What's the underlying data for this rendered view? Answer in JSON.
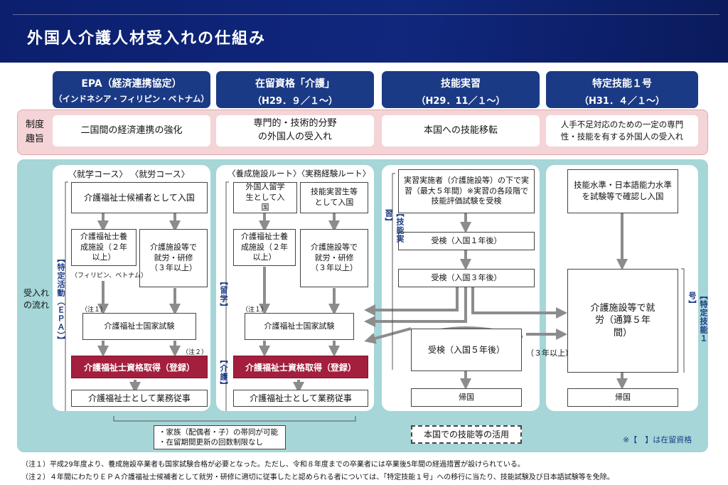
{
  "title": "外国人介護人材受入れの仕組み",
  "headers": [
    {
      "line1": "EPA（経済連携協定）",
      "line2": "（インドネシア・フィリピン・ベトナム）"
    },
    {
      "line1": "在留資格「介護」",
      "line2": "（H29．９／１～）"
    },
    {
      "line1": "技能実習",
      "line2": "（H29．11／１～）"
    },
    {
      "line1": "特定技能１号",
      "line2": "（H31．４／１～）"
    }
  ],
  "purpose": {
    "label": "制度趣旨",
    "items": [
      "二国間の経済連携の強化",
      "専門的・技術的分野の外国人の受入れ",
      "本国への技能移転",
      "人手不足対応のための一定の専門性・技能を有する外国人の受入れ"
    ]
  },
  "flow_label": "受入れの流れ",
  "epa": {
    "course_title": "〈就学コース〉 〈就労コース〉",
    "entry": "介護福祉士候補者として入国",
    "school": "介護福祉士養成施設（２年以上）",
    "work": "介護施設等で就労・研修（３年以上）",
    "countries_note": "（フィリピン、ベトナム）",
    "note1": "（注１）",
    "note2": "（注２）",
    "exam": "介護福祉士国家試験",
    "qualify": "介護福祉士資格取得（登録）",
    "job": "介護福祉士として業務従事",
    "side_label": "【特定活動（ＥＰＡ）】"
  },
  "kaigo": {
    "route_title": "〈養成施設ルート〉〈実務経験ルート〉",
    "student": "外国人留学生として入国",
    "trainee": "技能実習生等として入国",
    "school": "介護福祉士養成施設（２年以上）",
    "work": "介護施設等で就労・研修（３年以上）",
    "note1": "（注１）",
    "exam": "介護福祉士国家試験",
    "qualify": "介護福祉士資格取得（登録）",
    "job": "介護福祉士として業務従事",
    "label_ryugaku": "【留学】",
    "label_kaigo": "【介護】"
  },
  "ginou": {
    "entry": "実習実施者（介護施設等）の下で実習（最大５年間）※実習の各段階で技能評価試験を受検",
    "exam1": "受検（入国１年後）",
    "exam3": "受検（入国３年後）",
    "exam5": "受検（入国５年後）",
    "return": "帰国",
    "side_label": "【技能実習】",
    "three_years": "（３年以上）"
  },
  "tokutei": {
    "entry": "技能水準・日本語能力水準を試験等で確認し入国",
    "work": "介護施設等で就労（通算５年間）",
    "return": "帰国",
    "side_label": "【特定技能１号】"
  },
  "bottom": {
    "family": "・家族（配偶者・子）の帯同が可能・在留期間更新の回数制限なし",
    "family_line1": "・家族（配偶者・子）の帯同が可能",
    "family_line2": "・在留期間更新の回数制限なし",
    "home_use": "本国での技能等の活用",
    "legend": "※【　】は在留資格"
  },
  "footnotes": [
    "（注１）平成29年度より、養成施設卒業者も国家試験合格が必要となった。ただし、令和８年度までの卒業者には卒業後5年間の経過措置が設けられている。",
    "（注２）４年間にわたりＥＰＡ介護福祉士候補者として就労・研修に適切に従事したと認められる者については、「特定技能１号」への移行に当たり、技能試験及び日本語試験等を免除。"
  ],
  "colors": {
    "navy": "#1b3a85",
    "title_bg": "#0c1f6e",
    "pink": "#f4d4d6",
    "teal": "#a6d6d7",
    "red": "#a31f3d",
    "arrow": "#8c8c8c"
  }
}
